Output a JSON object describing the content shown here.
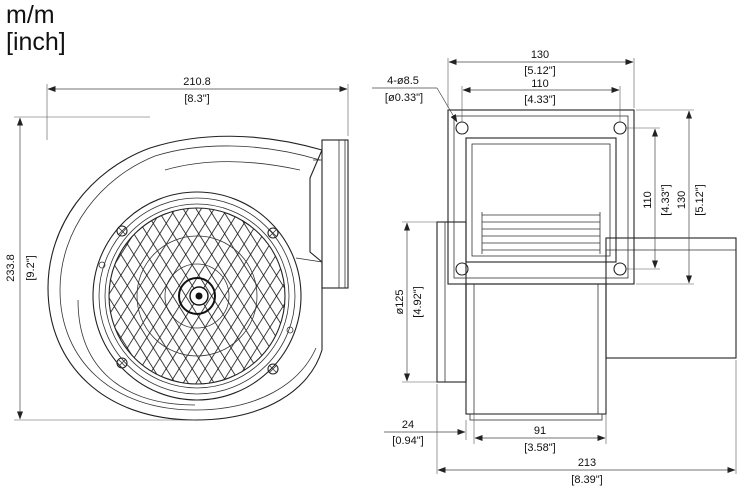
{
  "units": {
    "metric": "m/m",
    "imperial": "[inch]"
  },
  "front_view": {
    "width_mm": "210.8",
    "width_in": "[8.3\"]",
    "height_mm": "233.8",
    "height_in": "[9.2\"]"
  },
  "side_view": {
    "holes_mm": "4-ø8.5",
    "holes_in": "[ø0.33\"]",
    "flange_width_mm": "130",
    "flange_width_in": "[5.12\"]",
    "hole_pitch_mm": "110",
    "hole_pitch_in": "[4.33\"]",
    "hole_pitch_v_mm": "110",
    "hole_pitch_v_in": "[4.33\"]",
    "flange_height_mm": "130",
    "flange_height_in": "[5.12\"]",
    "inlet_dia_mm": "ø125",
    "inlet_dia_in": "[4.92\"]",
    "inlet_depth_mm": "24",
    "inlet_depth_in": "[0.94\"]",
    "body_width_mm": "91",
    "body_width_in": "[3.58\"]",
    "overall_width_mm": "213",
    "overall_width_in": "[8.39\"]"
  }
}
